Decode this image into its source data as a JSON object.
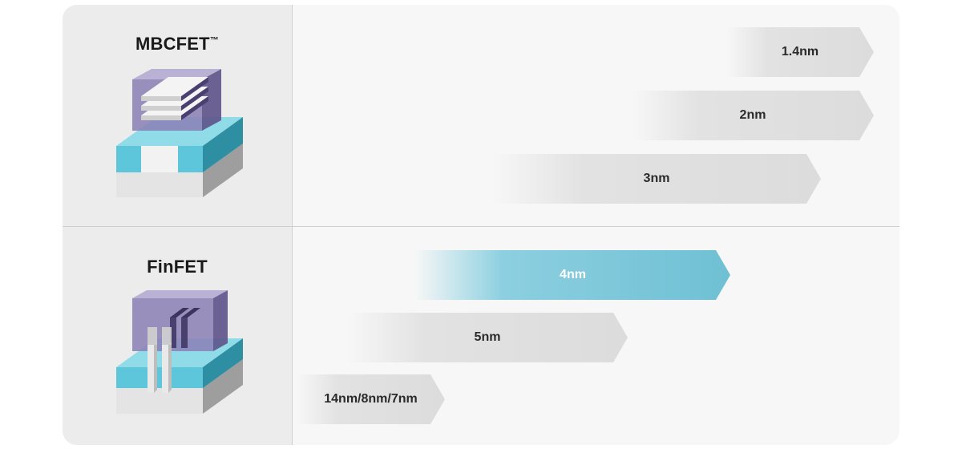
{
  "sections": {
    "mbcfet": {
      "title": "MBCFET",
      "trademark": "™"
    },
    "finfet": {
      "title": "FinFET"
    }
  },
  "nodes": {
    "n1_4": "1.4nm",
    "n2": "2nm",
    "n3": "3nm",
    "n4": "4nm",
    "n5": "5nm",
    "n14_8_7": "14nm/8nm/7nm"
  },
  "colors": {
    "highlight": "#6fc0d4",
    "gate": "#8a7fb5",
    "cyan": "#5bc5da",
    "base": "#d9d9d9"
  },
  "icons": {
    "mbcfet": "mbcfet-transistor-icon",
    "finfet": "finfet-transistor-icon"
  }
}
